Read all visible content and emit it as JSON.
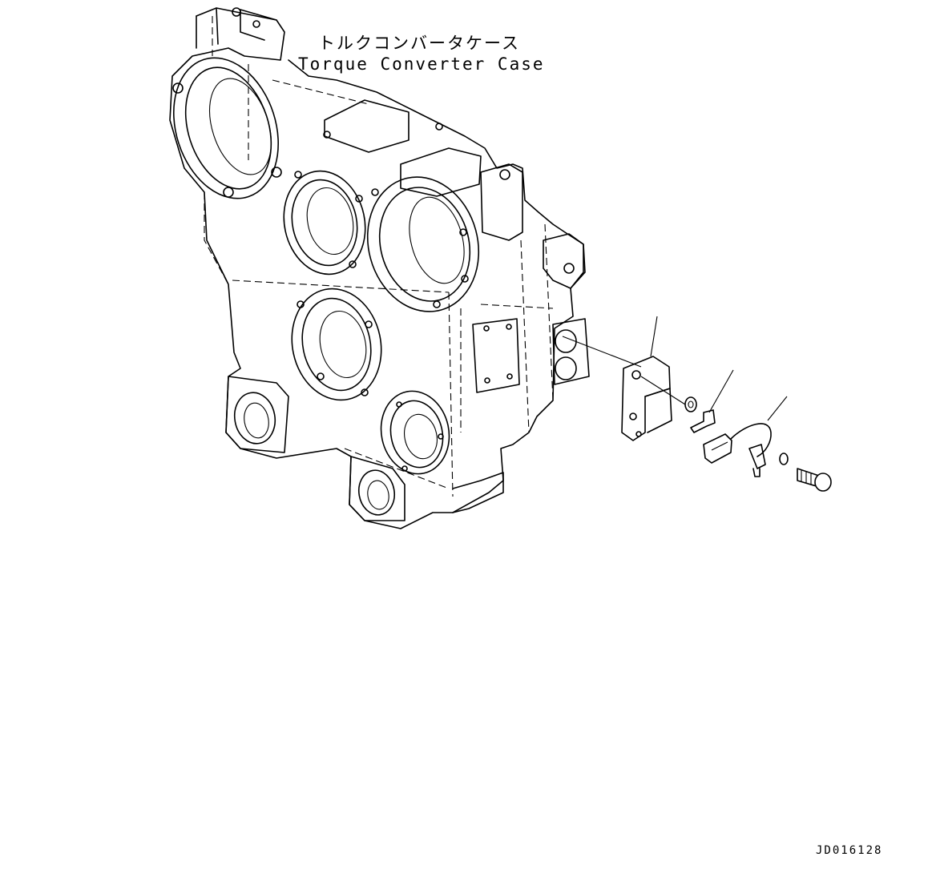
{
  "labels": {
    "case_jp": "トルクコンバータケース",
    "case_en": "Torque Converter Case"
  },
  "drawing_id": "JD016128",
  "colors": {
    "line": "#000000",
    "background": "#ffffff"
  }
}
